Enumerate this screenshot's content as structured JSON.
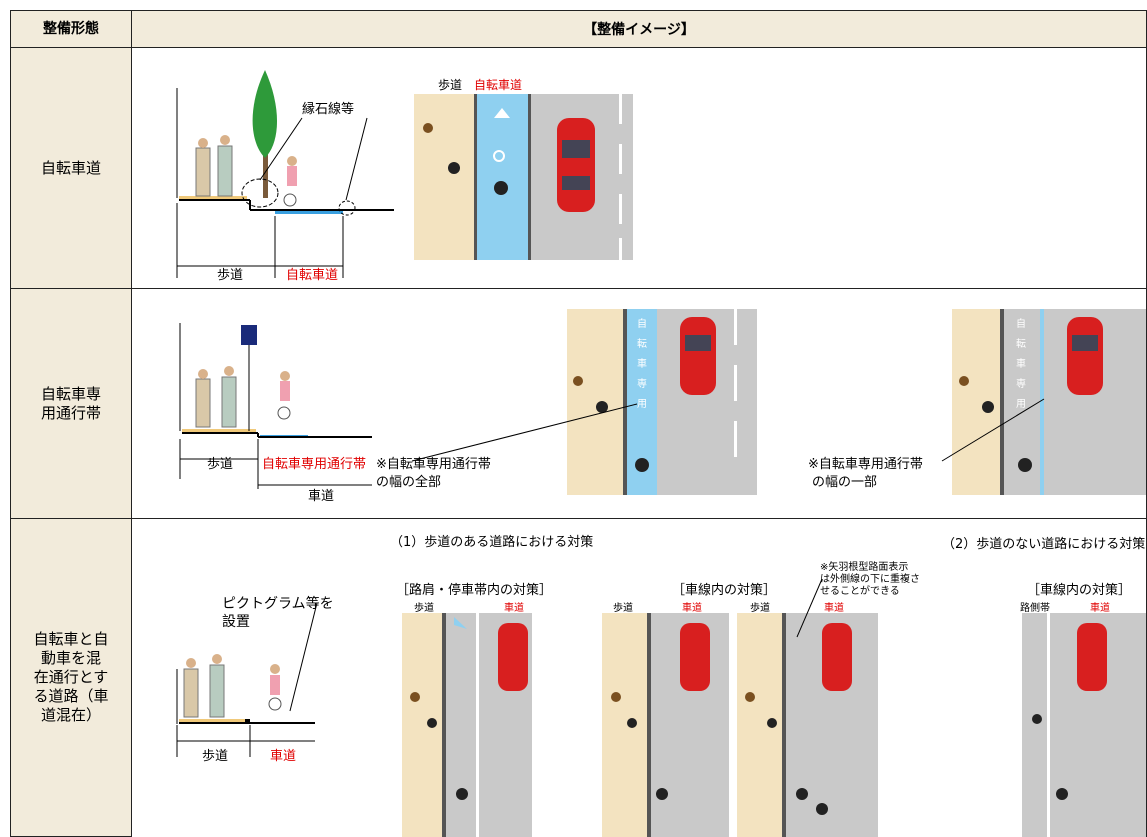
{
  "header": {
    "col1": "整備形態",
    "col2": "【整備イメージ】"
  },
  "rows": [
    {
      "label": "自転車道",
      "section": {
        "curb_note": "縁石線等",
        "sidewalk": "歩道",
        "bikeway": "自転車道",
        "plan_sidewalk": "歩道",
        "plan_bikeway": "自転車道"
      }
    },
    {
      "label": "自転車専\n用通行帯",
      "section": {
        "sidewalk": "歩道",
        "bikelane": "自転車専用通行帯",
        "roadway": "車道",
        "note_full_1": "※自転車専用通行帯",
        "note_full_2": "の幅の全部",
        "note_part_1": "※自転車専用通行帯",
        "note_part_2": "の幅の一部",
        "lane_text": [
          "自",
          "転",
          "車",
          "専",
          "用"
        ]
      }
    },
    {
      "label": "自転車と自\n動車を混\n在通行とす\nる道路（車\n道混在）",
      "section": {
        "pictogram_note_1": "ピクトグラム等を",
        "pictogram_note_2": "設置",
        "sidewalk": "歩道",
        "roadway": "車道",
        "case1_title": "（1）歩道のある道路における対策",
        "case2_title": "（2）歩道のない道路における対策",
        "shoulder_label": "［路肩・停車帯内の対策］",
        "lane_label_1": "［車線内の対策］",
        "lane_label_2": "［車線内の対策］",
        "arrow_note_1": "※矢羽根型路面表示",
        "arrow_note_2": "は外側線の下に重複さ",
        "arrow_note_3": "せることができる",
        "plan_sidewalk": "歩道",
        "plan_roadway": "車道",
        "roadside_strip": "路側帯"
      }
    }
  ],
  "colors": {
    "header_bg": "#f2ebdb",
    "sidewalk": "#f3e3c0",
    "bike_blue": "#8fd0f0",
    "road_gray": "#c9c9c9",
    "car_red": "#d81f1f",
    "label_red": "#e00000"
  }
}
